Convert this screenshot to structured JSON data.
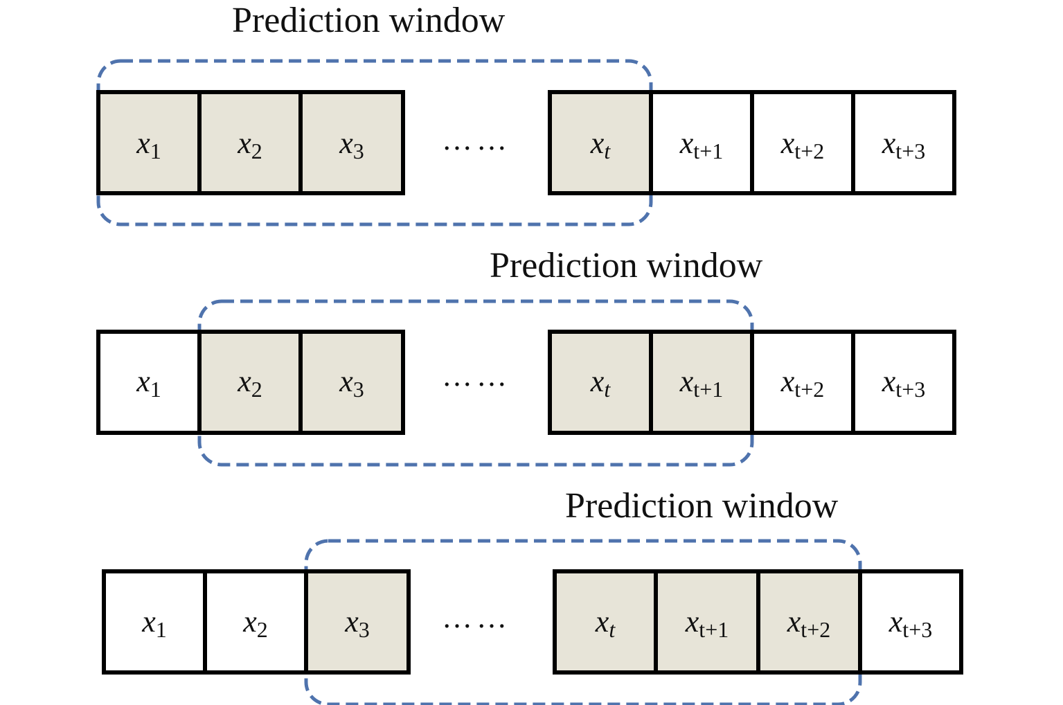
{
  "colors": {
    "highlight": "#e7e4d8",
    "plain": "#ffffff",
    "window": "#4f73ad",
    "border": "#000000"
  },
  "ellipsis": "……",
  "rows": [
    {
      "title": "Prediction window",
      "cells": [
        {
          "base": "x",
          "sub": "1",
          "highlighted": true
        },
        {
          "base": "x",
          "sub": "2",
          "highlighted": true
        },
        {
          "base": "x",
          "sub": "3",
          "highlighted": true
        },
        {
          "base": "x",
          "sub": "t",
          "highlighted": true
        },
        {
          "base": "x",
          "sub": "t+1",
          "highlighted": false
        },
        {
          "base": "x",
          "sub": "t+2",
          "highlighted": false
        },
        {
          "base": "x",
          "sub": "t+3",
          "highlighted": false
        }
      ]
    },
    {
      "title": "Prediction window",
      "cells": [
        {
          "base": "x",
          "sub": "1",
          "highlighted": false
        },
        {
          "base": "x",
          "sub": "2",
          "highlighted": true
        },
        {
          "base": "x",
          "sub": "3",
          "highlighted": true
        },
        {
          "base": "x",
          "sub": "t",
          "highlighted": true
        },
        {
          "base": "x",
          "sub": "t+1",
          "highlighted": true
        },
        {
          "base": "x",
          "sub": "t+2",
          "highlighted": false
        },
        {
          "base": "x",
          "sub": "t+3",
          "highlighted": false
        }
      ]
    },
    {
      "title": "Prediction window",
      "cells": [
        {
          "base": "x",
          "sub": "1",
          "highlighted": false
        },
        {
          "base": "x",
          "sub": "2",
          "highlighted": false
        },
        {
          "base": "x",
          "sub": "3",
          "highlighted": true
        },
        {
          "base": "x",
          "sub": "t",
          "highlighted": true
        },
        {
          "base": "x",
          "sub": "t+1",
          "highlighted": true
        },
        {
          "base": "x",
          "sub": "t+2",
          "highlighted": true
        },
        {
          "base": "x",
          "sub": "t+3",
          "highlighted": false
        }
      ]
    }
  ]
}
